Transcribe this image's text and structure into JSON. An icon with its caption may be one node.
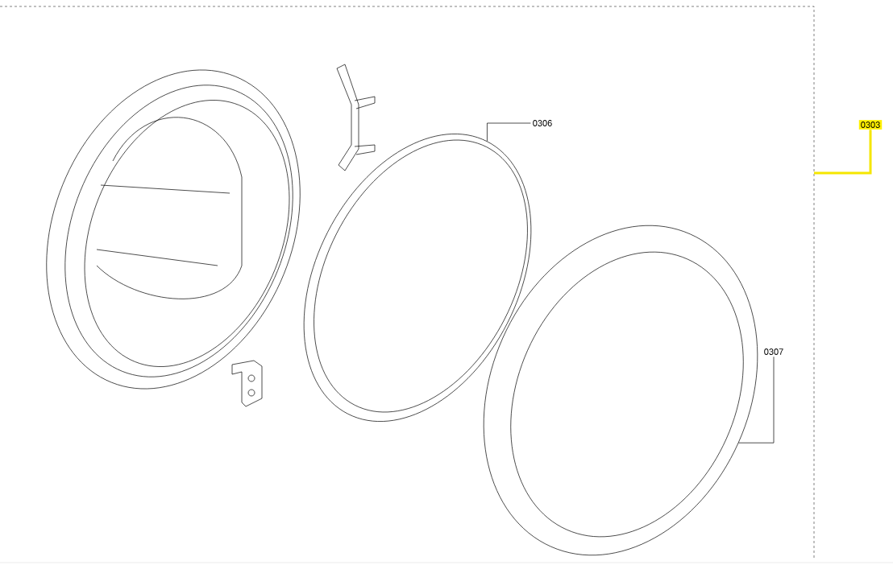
{
  "diagram": {
    "nodes": [
      {
        "text": [],
        "shape": "picture"
      },
      {
        "text": [],
        "shape": "picture"
      },
      {
        "text": [
          "0306"
        ]
      },
      {
        "text": [
          "0307"
        ]
      },
      {
        "text": [
          "0303"
        ]
      }
    ],
    "edges": [
      {
        "from": 2,
        "to": 0,
        "arrow": "none"
      },
      {
        "from": 3,
        "to": 1,
        "arrow": "none"
      },
      {
        "from": 4,
        "to": null,
        "arrow": "none",
        "style": "thick",
        "color": "#f5e600"
      }
    ]
  }
}
